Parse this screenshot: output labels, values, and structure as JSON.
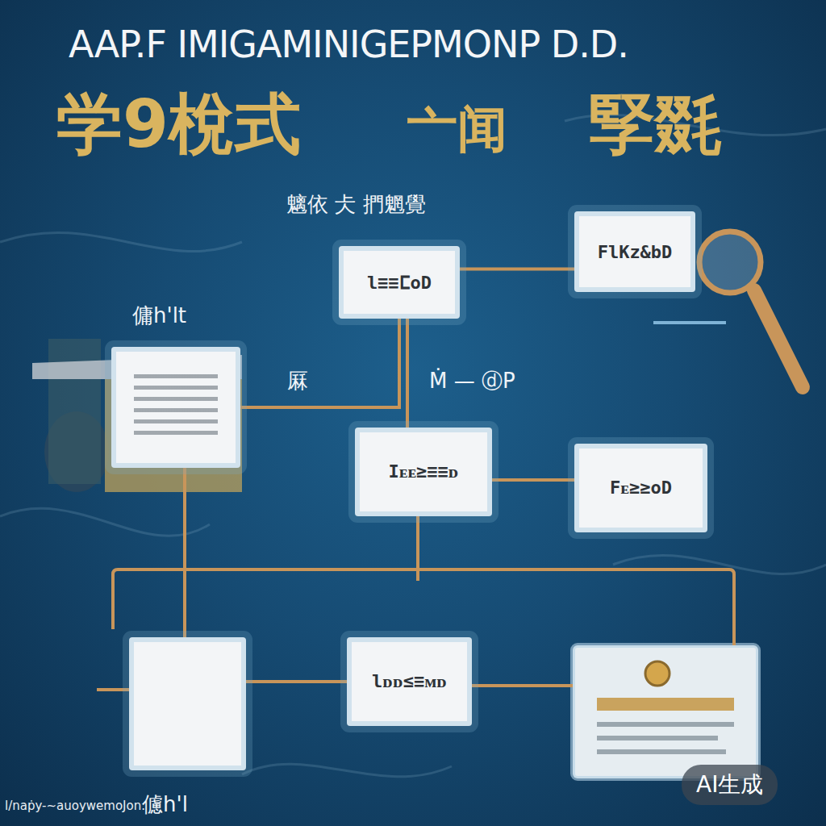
{
  "diagram": {
    "title": "AAP.F IMIGAMINIGEPMONP D.D.",
    "nodes": [
      {
        "text": [
          "l≡≡ⵎoD"
        ]
      },
      {
        "text": [
          "FlKz&bD"
        ]
      },
      {
        "text": [
          "傭h'lt"
        ]
      },
      {
        "text": [
          "Iᴇᴇ≥≡≡ᴅ"
        ]
      },
      {
        "text": [
          "Fᴇ≥≥oD"
        ]
      },
      {
        "text": [
          "儢h'l"
        ]
      },
      {
        "text": [
          "lᴅᴅ≤≡ᴍᴅ"
        ]
      }
    ],
    "edges": [
      {
        "from": 0,
        "to": 1,
        "arrow": "none"
      },
      {
        "from": 2,
        "to": 0,
        "arrow": "none"
      },
      {
        "from": 0,
        "to": 3,
        "arrow": "none"
      },
      {
        "from": 3,
        "to": 4,
        "arrow": "none"
      },
      {
        "from": 2,
        "to": 5,
        "arrow": "none"
      },
      {
        "from": 5,
        "to": 6,
        "arrow": "none"
      }
    ],
    "labels": [
      "学9梲式",
      "亠闻",
      "孯毲",
      "魑依 仧 捫魍覺",
      "厤",
      "Ṁ — ⓓP",
      "l/naṗy-~auoywemoJon.",
      "AI生成"
    ]
  }
}
